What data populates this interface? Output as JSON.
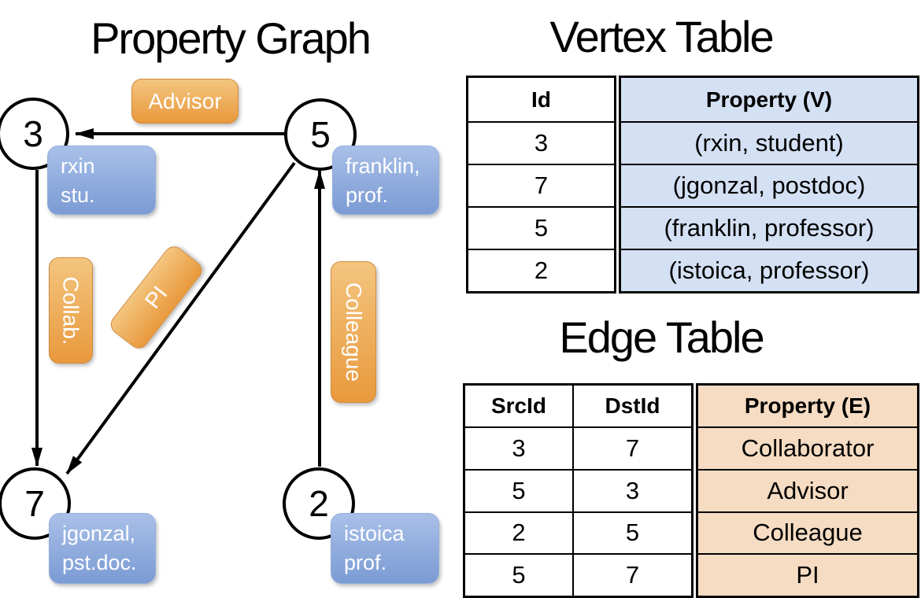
{
  "graph": {
    "title": "Property Graph",
    "nodes": [
      {
        "id": "3",
        "property_line1": "rxin",
        "property_line2": "stu."
      },
      {
        "id": "5",
        "property_line1": "franklin,",
        "property_line2": "prof."
      },
      {
        "id": "7",
        "property_line1": "jgonzal,",
        "property_line2": "pst.doc."
      },
      {
        "id": "2",
        "property_line1": "istoica",
        "property_line2": "prof."
      }
    ],
    "edge_labels": {
      "advisor": "Advisor",
      "collab": "Collab.",
      "pi": "PI",
      "colleague": "Colleague"
    }
  },
  "vertex_table": {
    "title": "Vertex Table",
    "columns": {
      "id": "Id",
      "property": "Property (V)"
    },
    "rows": [
      {
        "id": "3",
        "property": "(rxin, student)"
      },
      {
        "id": "7",
        "property": "(jgonzal, postdoc)"
      },
      {
        "id": "5",
        "property": "(franklin, professor)"
      },
      {
        "id": "2",
        "property": "(istoica, professor)"
      }
    ]
  },
  "edge_table": {
    "title": "Edge Table",
    "columns": {
      "src": "SrcId",
      "dst": "DstId",
      "property": "Property (E)"
    },
    "rows": [
      {
        "src": "3",
        "dst": "7",
        "property": "Collaborator"
      },
      {
        "src": "5",
        "dst": "3",
        "property": "Advisor"
      },
      {
        "src": "2",
        "dst": "5",
        "property": "Colleague"
      },
      {
        "src": "5",
        "dst": "7",
        "property": "PI"
      }
    ]
  },
  "colors": {
    "vertex_property_blue_top": "#a9c0e8",
    "vertex_property_blue_bottom": "#7b9bd4",
    "edge_label_orange_top": "#f3c57f",
    "edge_label_orange_bottom": "#e9993c",
    "vertex_table_cell_blue": "#d4e0f3",
    "edge_table_cell_orange": "#f5dcc2",
    "line_color": "#000000"
  }
}
